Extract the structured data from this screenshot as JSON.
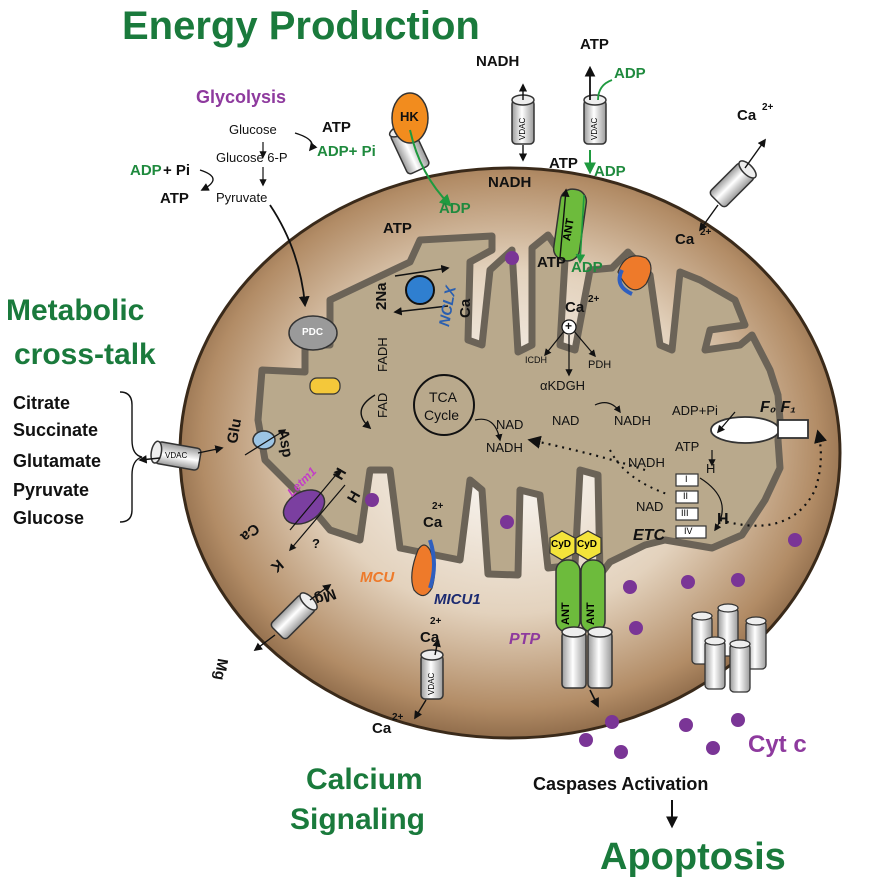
{
  "headings": {
    "energy": "Energy Production",
    "glycolysis": "Glycolysis",
    "metabolic_1": "Metabolic",
    "metabolic_2": "cross-talk",
    "calcium_1": "Calcium",
    "calcium_2": "Signaling",
    "caspases": "Caspases Activation",
    "apoptosis": "Apoptosis",
    "cytc": "Cyt c"
  },
  "metabolites": [
    "Citrate",
    "Succinate",
    "Glutamate",
    "Pyruvate",
    "Glucose"
  ],
  "glycolysis": {
    "glucose": "Glucose",
    "g6p": "Glucose 6-P",
    "pyruvate": "Pyruvate",
    "atp": "ATP",
    "adp_pi": "ADP+ Pi",
    "adp": "ADP",
    "plus_pi": "+ Pi",
    "atp2": "ATP"
  },
  "proteins": {
    "hk": "HK",
    "vdac": "VDAC",
    "ant": "ANT",
    "pdc": "PDC",
    "nclx": "NCLX",
    "letm1": "Letm1",
    "mcu": "MCU",
    "micu1": "MICU1",
    "ptp": "PTP",
    "cyd": "CyD",
    "etc": "ETC",
    "f0f1": "F₀ F₁",
    "complexes": [
      "I",
      "II",
      "III",
      "IV"
    ]
  },
  "labels": {
    "atp": "ATP",
    "adp": "ADP",
    "nadh": "NADH",
    "nad": "NAD",
    "fadh": "FADH",
    "fad": "FAD",
    "tca": "TCA",
    "cycle": "Cycle",
    "icdh": "ICDH",
    "pdh": "PDH",
    "akdgh": "αKDGH",
    "adp_pi": "ADP+Pi",
    "h": "H",
    "ca": "Ca",
    "mg": "Mg",
    "k": "K",
    "glu": "Glu",
    "asp": "Asp",
    "two_na": "2Na",
    "two_plus": "2+",
    "plus": "+",
    "q": "?"
  },
  "colors": {
    "heading_green": "#1a7a3c",
    "purple": "#8e3a9e",
    "outer_membrane": "#b08a63",
    "inner_matrix": "#b9a98c",
    "ant_green": "#6dbb3c",
    "cyd_yellow": "#f4e43a",
    "hk_orange": "#f28c1e",
    "mcu_orange": "#ee7a2a",
    "nclx_blue": "#2f7fd0",
    "pdc_grey": "#9a9a9a",
    "letm1_purple": "#7b3fa0",
    "dot_purple": "#7a3596",
    "arrow_green": "#1f9a3f"
  }
}
